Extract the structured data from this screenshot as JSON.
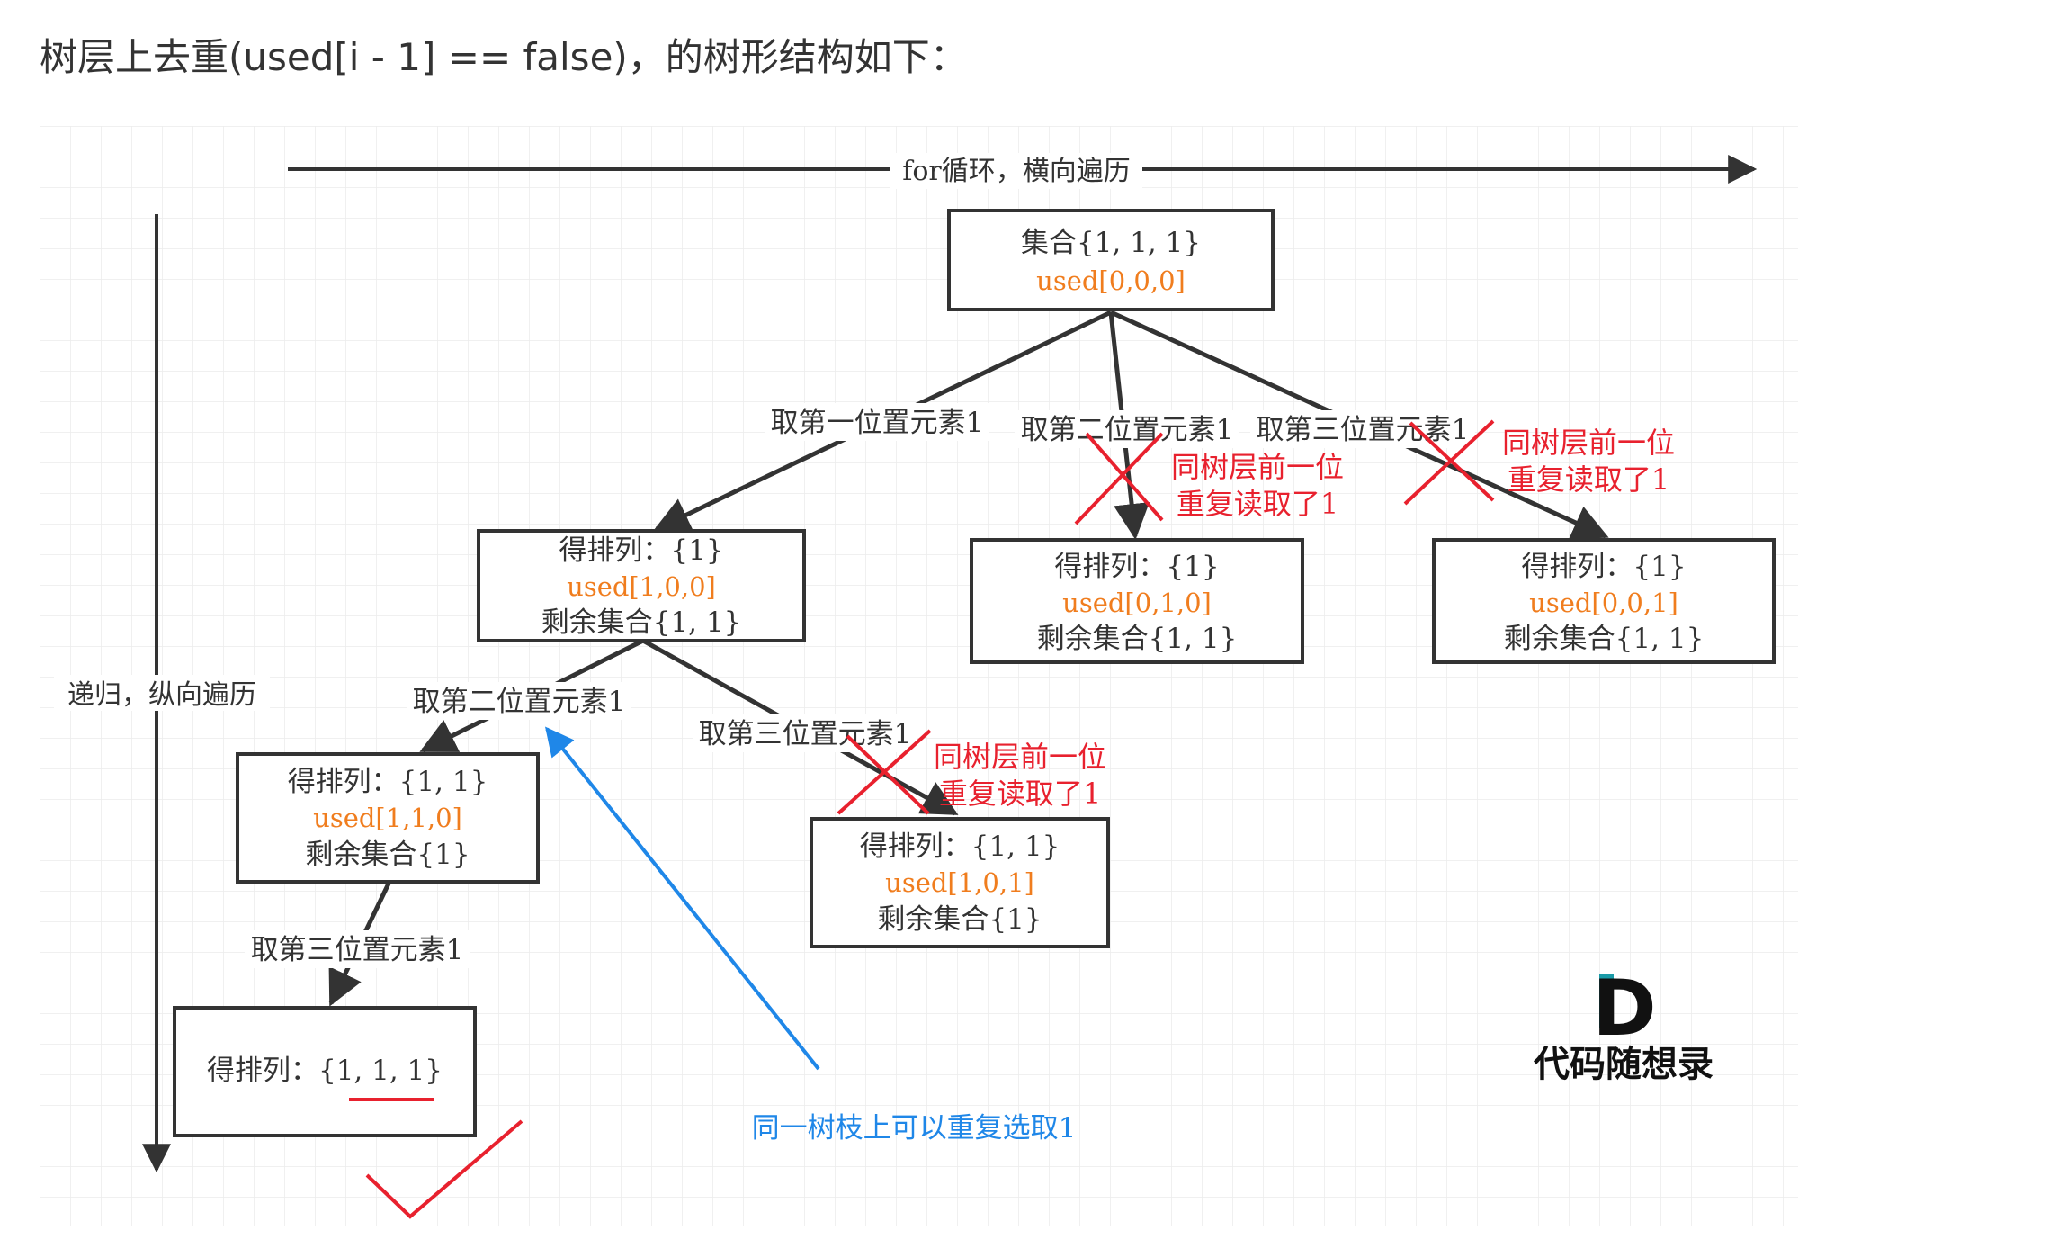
{
  "heading": "树层上去重(used[i - 1] == false)，的树形结构如下：",
  "colors": {
    "text": "#333333",
    "line": "#333333",
    "used": "#f07d1e",
    "red": "#e8212e",
    "blue": "#1f87e8",
    "grid": "#ececec"
  },
  "axes": {
    "horizontal": "for循环，横向遍历",
    "vertical": "递归，纵向遍历"
  },
  "nodes": {
    "root": {
      "line1": "集合{1, 1, 1}",
      "used": "used[0,0,0]"
    },
    "n100": {
      "line1": "得排列：{1}",
      "used": "used[1,0,0]",
      "line3": "剩余集合{1, 1}"
    },
    "n010": {
      "line1": "得排列：{1}",
      "used": "used[0,1,0]",
      "line3": "剩余集合{1, 1}"
    },
    "n001": {
      "line1": "得排列：{1}",
      "used": "used[0,0,1]",
      "line3": "剩余集合{1, 1}"
    },
    "n110": {
      "line1": "得排列：{1, 1}",
      "used": "used[1,1,0]",
      "line3": "剩余集合{1}"
    },
    "n101": {
      "line1": "得排列：{1, 1}",
      "used": "used[1,0,1]",
      "line3": "剩余集合{1}"
    },
    "n111": {
      "line1": "得排列：{1, 1, 1}"
    }
  },
  "edges": {
    "take1": "取第一位置元素1",
    "take2": "取第二位置元素1",
    "take3": "取第三位置元素1",
    "take2b": "取第二位置元素1",
    "take3b": "取第三位置元素1",
    "take3c": "取第三位置元素1"
  },
  "notes": {
    "dup_line1": "同树层前一位",
    "dup_line2": "重复读取了1",
    "same_branch": "同一树枝上可以重复选取1"
  },
  "logo": {
    "letter": "D",
    "text": "代码随想录"
  }
}
